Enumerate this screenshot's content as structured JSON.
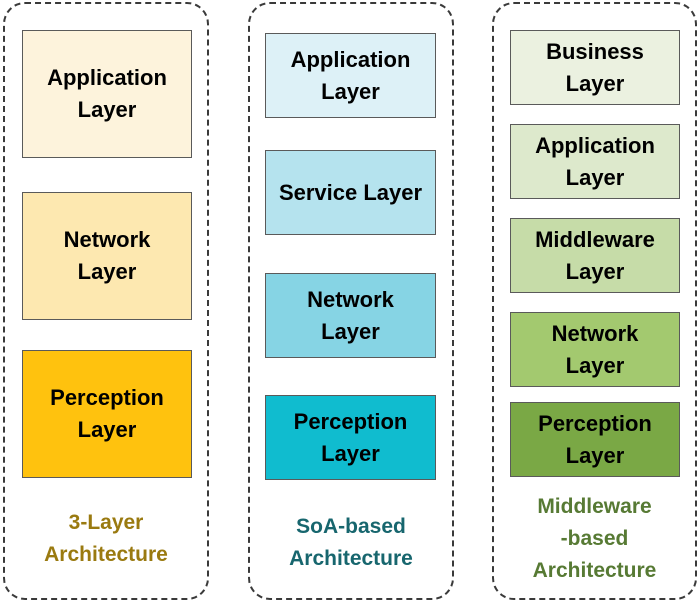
{
  "columns": [
    {
      "caption": "3-Layer\nArchitecture",
      "caption_color": "#9a7a10",
      "layers": [
        {
          "label": "Application\nLayer",
          "fill": "#fdf3dc"
        },
        {
          "label": "Network\nLayer",
          "fill": "#fde8b0"
        },
        {
          "label": "Perception\nLayer",
          "fill": "#ffc20e"
        }
      ]
    },
    {
      "caption": "SoA-based\nArchitecture",
      "caption_color": "#17666e",
      "layers": [
        {
          "label": "Application\nLayer",
          "fill": "#ddf1f7"
        },
        {
          "label": "Service Layer",
          "fill": "#b5e3ee"
        },
        {
          "label": "Network\nLayer",
          "fill": "#86d4e4"
        },
        {
          "label": "Perception\nLayer",
          "fill": "#10bccf"
        }
      ]
    },
    {
      "caption": "Middleware\n-based\nArchitecture",
      "caption_color": "#577a34",
      "layers": [
        {
          "label": "Business\nLayer",
          "fill": "#ebf1e0"
        },
        {
          "label": "Application\nLayer",
          "fill": "#dde9cc"
        },
        {
          "label": "Middleware\nLayer",
          "fill": "#c6dca8"
        },
        {
          "label": "Network\nLayer",
          "fill": "#a3c96f"
        },
        {
          "label": "Perception\nLayer",
          "fill": "#7aa845"
        }
      ]
    }
  ]
}
